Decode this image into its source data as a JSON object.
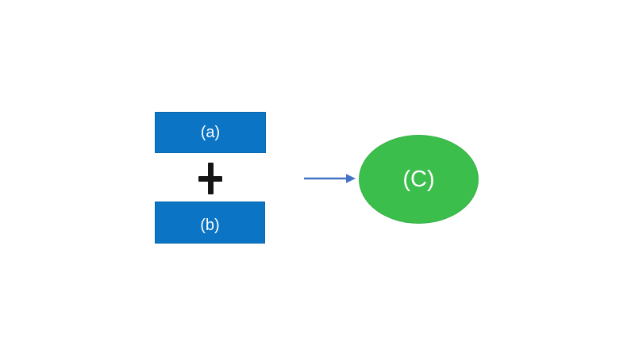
{
  "diagram": {
    "box_a": {
      "label": "(a)"
    },
    "operator": "+",
    "box_b": {
      "label": "(b)"
    },
    "result": {
      "label": "(C)"
    },
    "arrow": {
      "direction": "right"
    },
    "colors": {
      "box_fill": "#0b74c4",
      "box_border": "#0a67ad",
      "operator": "#151515",
      "arrow": "#4472c4",
      "ellipse_fill": "#3cbe4d",
      "ellipse_border": "#37b047",
      "shape_text": "#ffffff",
      "background": "#ffffff"
    }
  }
}
